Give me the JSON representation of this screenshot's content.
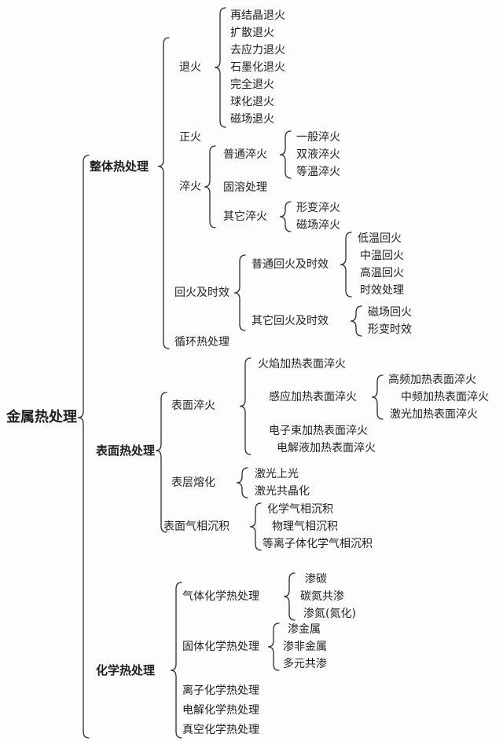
{
  "root": {
    "label": "金属热处理"
  },
  "branches": [
    {
      "label": "整体热处理",
      "children": [
        {
          "label": "退火",
          "children": [
            {
              "label": "再结晶退火"
            },
            {
              "label": "扩散退火"
            },
            {
              "label": "去应力退火"
            },
            {
              "label": "石墨化退火"
            },
            {
              "label": "完全退火"
            },
            {
              "label": "球化退火"
            },
            {
              "label": "磁场退火"
            }
          ]
        },
        {
          "label": "正火"
        },
        {
          "label": "淬火",
          "children": [
            {
              "label": "普通淬火",
              "children": [
                {
                  "label": "一般淬火"
                },
                {
                  "label": "双液淬火"
                },
                {
                  "label": "等温淬火"
                }
              ]
            },
            {
              "label": "固溶处理"
            },
            {
              "label": "其它淬火",
              "children": [
                {
                  "label": "形变淬火"
                },
                {
                  "label": "磁场淬火"
                }
              ]
            }
          ]
        },
        {
          "label": "回火及时效",
          "children": [
            {
              "label": "普通回火及时效",
              "children": [
                {
                  "label": "低温回火"
                },
                {
                  "label": "中温回火"
                },
                {
                  "label": "高温回火"
                },
                {
                  "label": "时效处理"
                }
              ]
            },
            {
              "label": "其它回火及时效",
              "children": [
                {
                  "label": "磁场回火"
                },
                {
                  "label": "形变时效"
                }
              ]
            }
          ]
        },
        {
          "label": "循环热处理"
        }
      ]
    },
    {
      "label": "表面热处理",
      "children": [
        {
          "label": "表面淬火",
          "children": [
            {
              "label": "火焰加热表面淬火"
            },
            {
              "label": "感应加热表面淬火",
              "children": [
                {
                  "label": "高频加热表面淬火"
                },
                {
                  "label": "中频加热表面淬火"
                },
                {
                  "label": "激光加热表面淬火"
                }
              ]
            },
            {
              "label": "电子束加热表面淬火"
            },
            {
              "label": "电解液加热表面淬火"
            }
          ]
        },
        {
          "label": "表层熔化",
          "children": [
            {
              "label": "激光上光"
            },
            {
              "label": "激光共晶化"
            }
          ]
        },
        {
          "label": "表面气相沉积",
          "children": [
            {
              "label": "化学气相沉积"
            },
            {
              "label": "物理气相沉积"
            },
            {
              "label": "等离子体化学气相沉积"
            }
          ]
        }
      ]
    },
    {
      "label": "化学热处理",
      "children": [
        {
          "label": "气体化学热处理",
          "children": [
            {
              "label": "渗碳"
            },
            {
              "label": "碳氮共渗"
            },
            {
              "label": "渗氮(氮化)"
            }
          ]
        },
        {
          "label": "固体化学热处理",
          "children": [
            {
              "label": "渗金属"
            },
            {
              "label": "渗非金属"
            },
            {
              "label": "多元共渗"
            }
          ]
        },
        {
          "label": "离子化学热处理"
        },
        {
          "label": "电解化学热处理"
        },
        {
          "label": "真空化学热处理"
        }
      ]
    }
  ]
}
